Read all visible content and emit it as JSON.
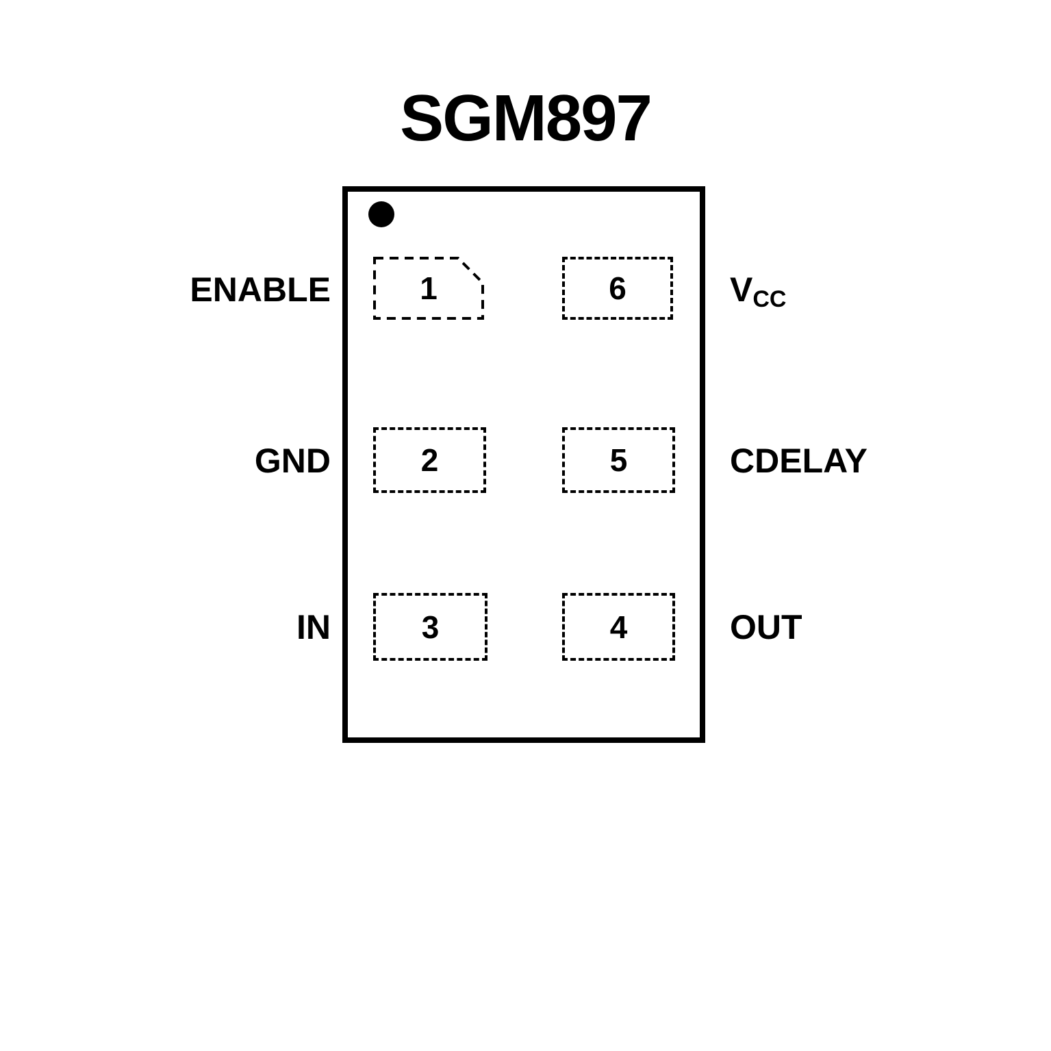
{
  "title": "SGM897",
  "pins": {
    "p1": {
      "number": "1",
      "label": "ENABLE"
    },
    "p2": {
      "number": "2",
      "label": "GND"
    },
    "p3": {
      "number": "3",
      "label": "IN"
    },
    "p4": {
      "number": "4",
      "label": "OUT"
    },
    "p5": {
      "number": "5",
      "label": "CDELAY"
    },
    "p6": {
      "number": "6",
      "label_main": "V",
      "label_sub": "CC"
    }
  },
  "colors": {
    "line": "#000000",
    "background": "#ffffff"
  }
}
